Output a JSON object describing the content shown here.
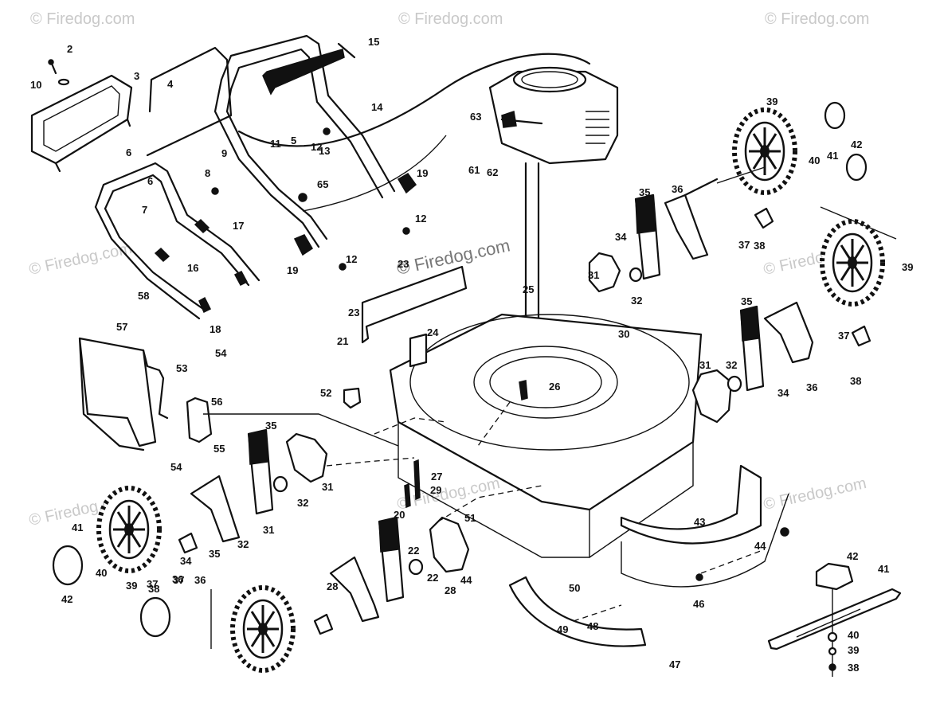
{
  "watermark": "© Firedog.com",
  "watermark_center": "© Firedog.com",
  "callouts": [
    "2",
    "10",
    "3",
    "4",
    "6",
    "15",
    "14",
    "5",
    "11",
    "9",
    "12",
    "13",
    "8",
    "6",
    "7",
    "16",
    "58",
    "18",
    "17",
    "65",
    "19",
    "19",
    "63",
    "61",
    "62",
    "39",
    "40",
    "41",
    "42",
    "36",
    "35",
    "34",
    "37",
    "38",
    "31",
    "32",
    "39",
    "12",
    "23",
    "12",
    "23",
    "21",
    "25",
    "24",
    "30",
    "35",
    "31",
    "32",
    "36",
    "34",
    "37",
    "38",
    "57",
    "53",
    "54",
    "56",
    "52",
    "26",
    "55",
    "54",
    "35",
    "31",
    "32",
    "27",
    "29",
    "51",
    "43",
    "44",
    "41",
    "40",
    "42",
    "39",
    "38",
    "37",
    "36",
    "34",
    "35",
    "32",
    "31",
    "28",
    "22",
    "20",
    "22",
    "28",
    "44",
    "50",
    "49",
    "48",
    "47",
    "46",
    "42",
    "41",
    "40",
    "39",
    "38",
    "37",
    "36"
  ],
  "colors": {
    "line": "#111111",
    "watermark": "#c9c9c9",
    "background": "#ffffff"
  }
}
